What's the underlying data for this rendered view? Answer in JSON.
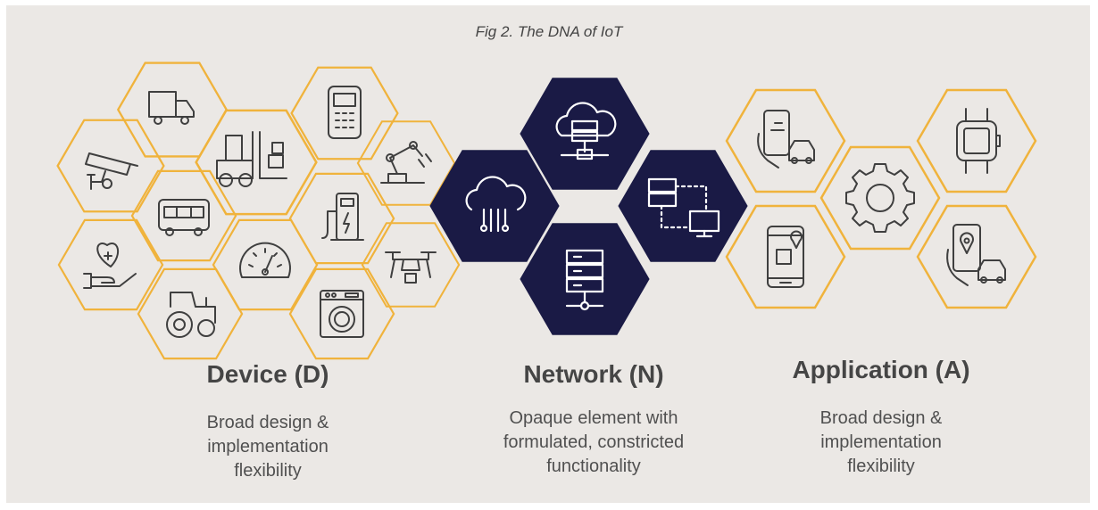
{
  "caption": "Fig 2. The DNA of IoT",
  "colors": {
    "background": "#ebe8e5",
    "hex_outline": "#f0b33c",
    "hex_dark": "#1a1a45",
    "icon_stroke": "#3f3f3f",
    "icon_on_dark": "#ffffff"
  },
  "columns": [
    {
      "heading": "Device (D)",
      "description_lines": [
        "Broad design &",
        "implementation",
        "flexibility"
      ],
      "icons": [
        "truck-icon",
        "forklift-icon",
        "pos-terminal-icon",
        "robot-arm-icon",
        "cctv-camera-icon",
        "bus-icon",
        "ev-charger-icon",
        "heart-hand-icon",
        "speedometer-icon",
        "drone-icon",
        "tractor-icon",
        "washing-machine-icon"
      ]
    },
    {
      "heading": "Network (N)",
      "description_lines": [
        "Opaque element with",
        "formulated, constricted",
        "functionality"
      ],
      "icons": [
        "cloud-server-icon",
        "cloud-circuit-icon",
        "server-monitor-icon",
        "server-network-icon"
      ]
    },
    {
      "heading": "Application (A)",
      "description_lines": [
        "Broad design &",
        "implementation",
        "flexibility"
      ],
      "icons": [
        "phone-car-icon",
        "smartwatch-iot-icon",
        "gear-icon",
        "phone-package-icon",
        "phone-location-car-icon"
      ]
    }
  ]
}
